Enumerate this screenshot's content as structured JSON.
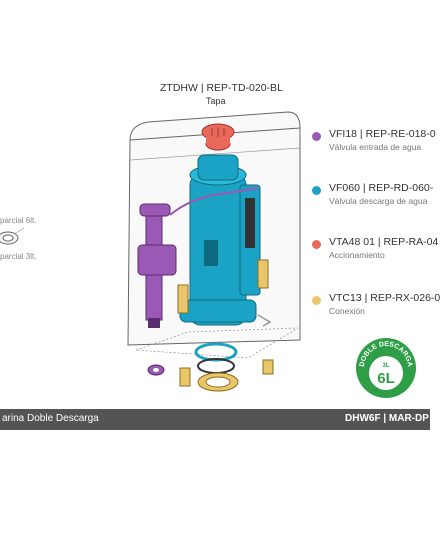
{
  "top_label": {
    "code": "ZTDHW | REP-TD-020-BL",
    "desc": "Tapa"
  },
  "parts": [
    {
      "code": "VFI18 | REP-RE-018-0",
      "desc": "Válvula entrada de agua",
      "color": "#9b59b6"
    },
    {
      "code": "VF060 | REP-RD-060-",
      "desc": "Válvula descarga de agua",
      "color": "#1aa3c4"
    },
    {
      "code": "VTA48 01 | REP-RA-04",
      "desc": "Accionamiento",
      "color": "#e8685a"
    },
    {
      "code": "VTC13 | REP-RX-026-0",
      "desc": "Conexión",
      "color": "#e9c66a"
    }
  ],
  "side_labels": {
    "top": "parcial 6lt.",
    "bottom": "parcial 3lt."
  },
  "badge": {
    "ring_text": "DOBLE DESCARGA",
    "small": "3L",
    "big": "6L",
    "color": "#2e9e47"
  },
  "footer": {
    "left": "arina Doble Descarga",
    "right": "DHW6F | MAR-DP"
  }
}
